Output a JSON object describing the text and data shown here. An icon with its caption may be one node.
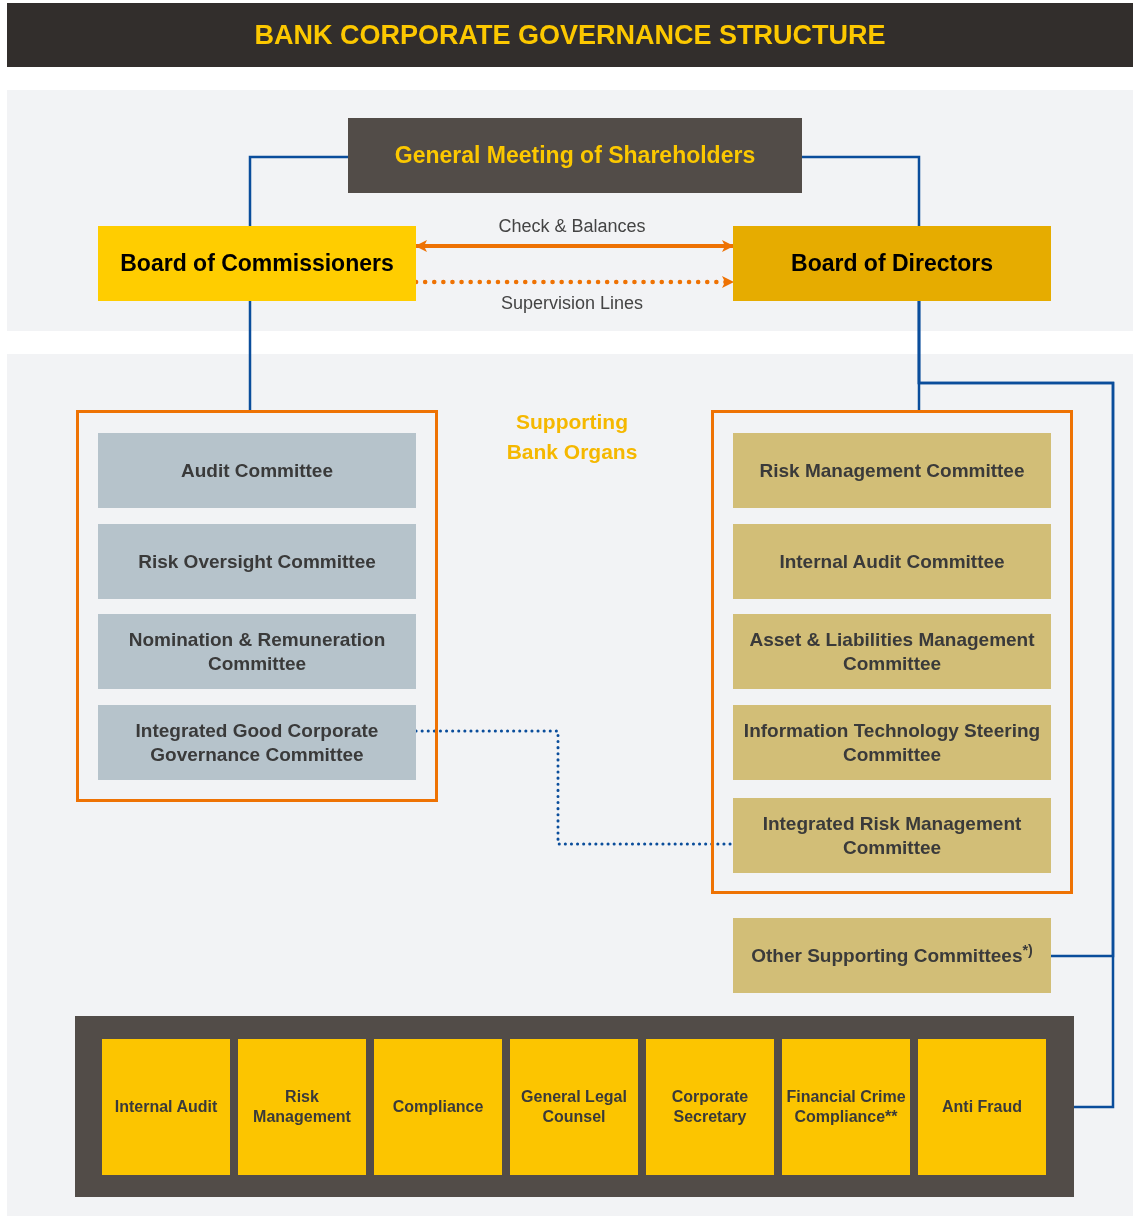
{
  "diagram": {
    "title": "BANK CORPORATE GOVERNANCE STRUCTURE",
    "nodes": [
      {
        "text": [
          "General Meeting of Shareholders"
        ]
      },
      {
        "text": [
          "Board of Commissioners"
        ]
      },
      {
        "text": [
          "Board of Directors"
        ]
      },
      {
        "text": [],
        "shape": "box"
      },
      {
        "text": [
          "Audit Committee"
        ],
        "in": 3
      },
      {
        "text": [
          "Risk Oversight Committee"
        ],
        "in": 3
      },
      {
        "text": [
          "Nomination & Remuneration Committee"
        ],
        "in": 3
      },
      {
        "text": [
          "Integrated Good Corporate Governance Committee"
        ],
        "in": 3
      },
      {
        "text": [],
        "shape": "box"
      },
      {
        "text": [
          "Risk Management Committee"
        ],
        "in": 8
      },
      {
        "text": [
          "Internal Audit Committee"
        ],
        "in": 8
      },
      {
        "text": [
          "Asset & Liabilities Management Committee"
        ],
        "in": 8
      },
      {
        "text": [
          "Information Technology Steering Committee"
        ],
        "in": 8
      },
      {
        "text": [
          "Integrated Risk Management Committee"
        ],
        "in": 8
      },
      {
        "text": [
          "Other Supporting Committees$^{*)}$"
        ]
      },
      {
        "text": [],
        "shape": "box"
      },
      {
        "text": [
          "Internal Audit"
        ],
        "in": 15
      },
      {
        "text": [
          "Risk Management"
        ],
        "in": 15
      },
      {
        "text": [
          "Compliance"
        ],
        "in": 15
      },
      {
        "text": [
          "General Legal Counsel"
        ],
        "in": 15
      },
      {
        "text": [
          "Corporate Secretary"
        ],
        "in": 15
      },
      {
        "text": [
          "Financial Crime Compliance**"
        ],
        "in": 15
      },
      {
        "text": [
          "Anti Fraud"
        ],
        "in": 15
      }
    ],
    "edges": [
      {
        "from": 0,
        "to": 1,
        "arrow": "none"
      },
      {
        "from": 0,
        "to": 2,
        "arrow": "none"
      },
      {
        "from": 1,
        "to": 2,
        "arrow": "both",
        "label": "Check & Balances",
        "color": "#ee7203"
      },
      {
        "from": 1,
        "to": 2,
        "arrow": "to",
        "label": "Supervision Lines",
        "style": "dashed",
        "color": "#ee7203"
      },
      {
        "from": 1,
        "to": 3,
        "arrow": "none"
      },
      {
        "from": 2,
        "to": 8,
        "arrow": "none"
      },
      {
        "from": 2,
        "to": 14,
        "arrow": "none"
      },
      {
        "from": 2,
        "to": 15,
        "arrow": "none"
      },
      {
        "from": 7,
        "to": 13,
        "arrow": "none",
        "style": "dashed"
      }
    ],
    "labels": [
      "Supporting Bank Organs"
    ]
  }
}
